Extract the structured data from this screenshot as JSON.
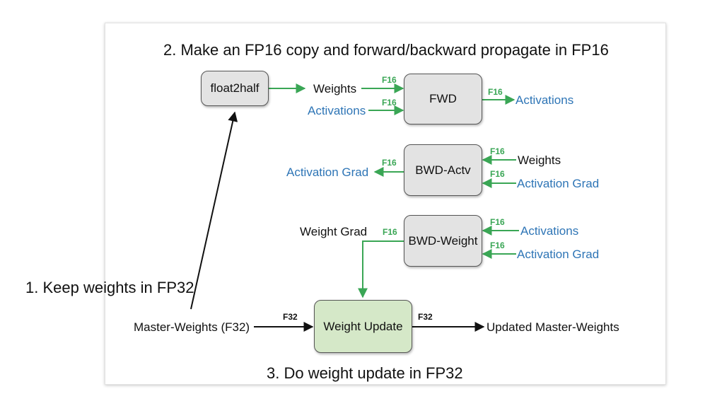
{
  "headings": {
    "fp16_step": "2. Make an FP16 copy and forward/backward propagate in FP16",
    "fp32_keep": "1. Keep weights in FP32",
    "update_step": "3. Do weight update in FP32"
  },
  "nodes": {
    "float2half": "float2half",
    "fwd": "FWD",
    "bwd_actv": "BWD-Actv",
    "bwd_weight": "BWD-Weight",
    "weight_update": "Weight Update"
  },
  "labels": {
    "weights": "Weights",
    "activations": "Activations",
    "activation_grad": "Activation Grad",
    "weight_grad": "Weight Grad",
    "master_weights": "Master-Weights (F32)",
    "updated_master_weights": "Updated Master-Weights"
  },
  "precision_tags": {
    "fp16": "F16",
    "fp32": "F32"
  },
  "colors": {
    "fp16_arrow": "#3aa655",
    "fp32_arrow": "#111111",
    "activation_text": "#2e75b6",
    "node_fill": "#e3e3e3",
    "update_fill": "#d5e8c8"
  }
}
